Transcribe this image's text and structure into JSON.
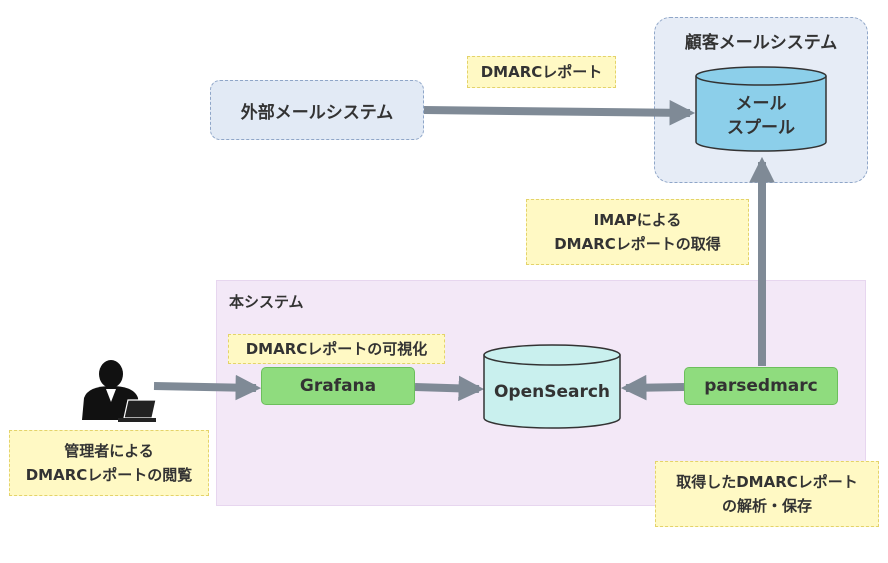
{
  "customer_system": {
    "title": "顧客メールシステム",
    "spool_label": [
      "メール",
      "スプール"
    ]
  },
  "this_system": {
    "title": "本システム"
  },
  "external_mail": {
    "label": "外部メールシステム"
  },
  "notes": {
    "dmarc_report": "DMARCレポート",
    "imap_fetch": [
      "IMAPによる",
      "DMARCレポートの取得"
    ],
    "visualization": "DMARCレポートの可視化",
    "admin_view": [
      "管理者による",
      "DMARCレポートの閲覧"
    ],
    "parse_save": [
      "取得したDMARCレポート",
      "の解析・保存"
    ]
  },
  "components": {
    "grafana": "Grafana",
    "opensearch": "OpenSearch",
    "parsedmarc": "parsedmarc"
  },
  "colors": {
    "arrow": "#7f8a96",
    "spool_fill": "#8ccfea",
    "opensearch_fill": "#c9f0ee",
    "component_fill": "#8fdc7e",
    "note_fill": "#fff9c4"
  },
  "icons": {
    "admin": "person-with-laptop-icon"
  }
}
